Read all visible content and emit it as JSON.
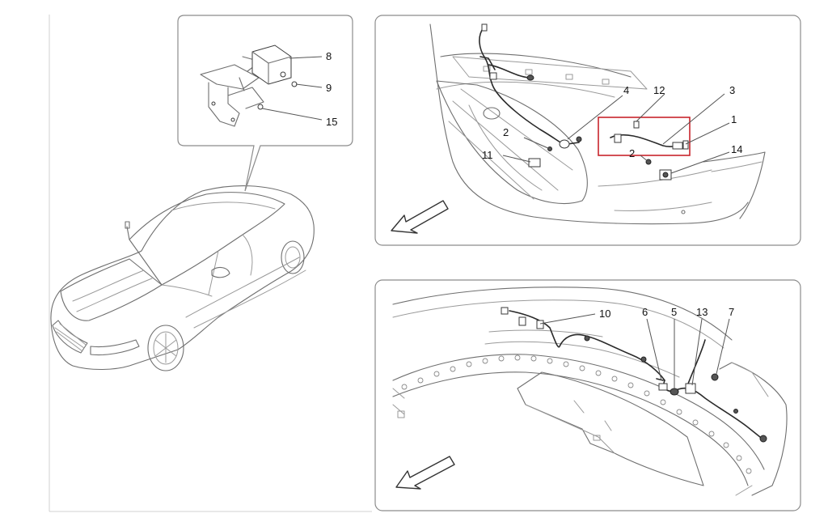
{
  "diagram": {
    "callouts": {
      "c8": "8",
      "c9": "9",
      "c15": "15",
      "c4": "4",
      "c12": "12",
      "c3": "3",
      "c1": "1",
      "c2a": "2",
      "c2b": "2",
      "c11": "11",
      "c14": "14",
      "c10": "10",
      "c6": "6",
      "c5": "5",
      "c13": "13",
      "c7": "7"
    },
    "colors": {
      "highlight": "#c8252c",
      "panel_border": "#8c8c8c",
      "line_art": "#6f6f6f"
    },
    "icons": [
      "direction-arrow-icon",
      "direction-arrow-icon"
    ]
  }
}
